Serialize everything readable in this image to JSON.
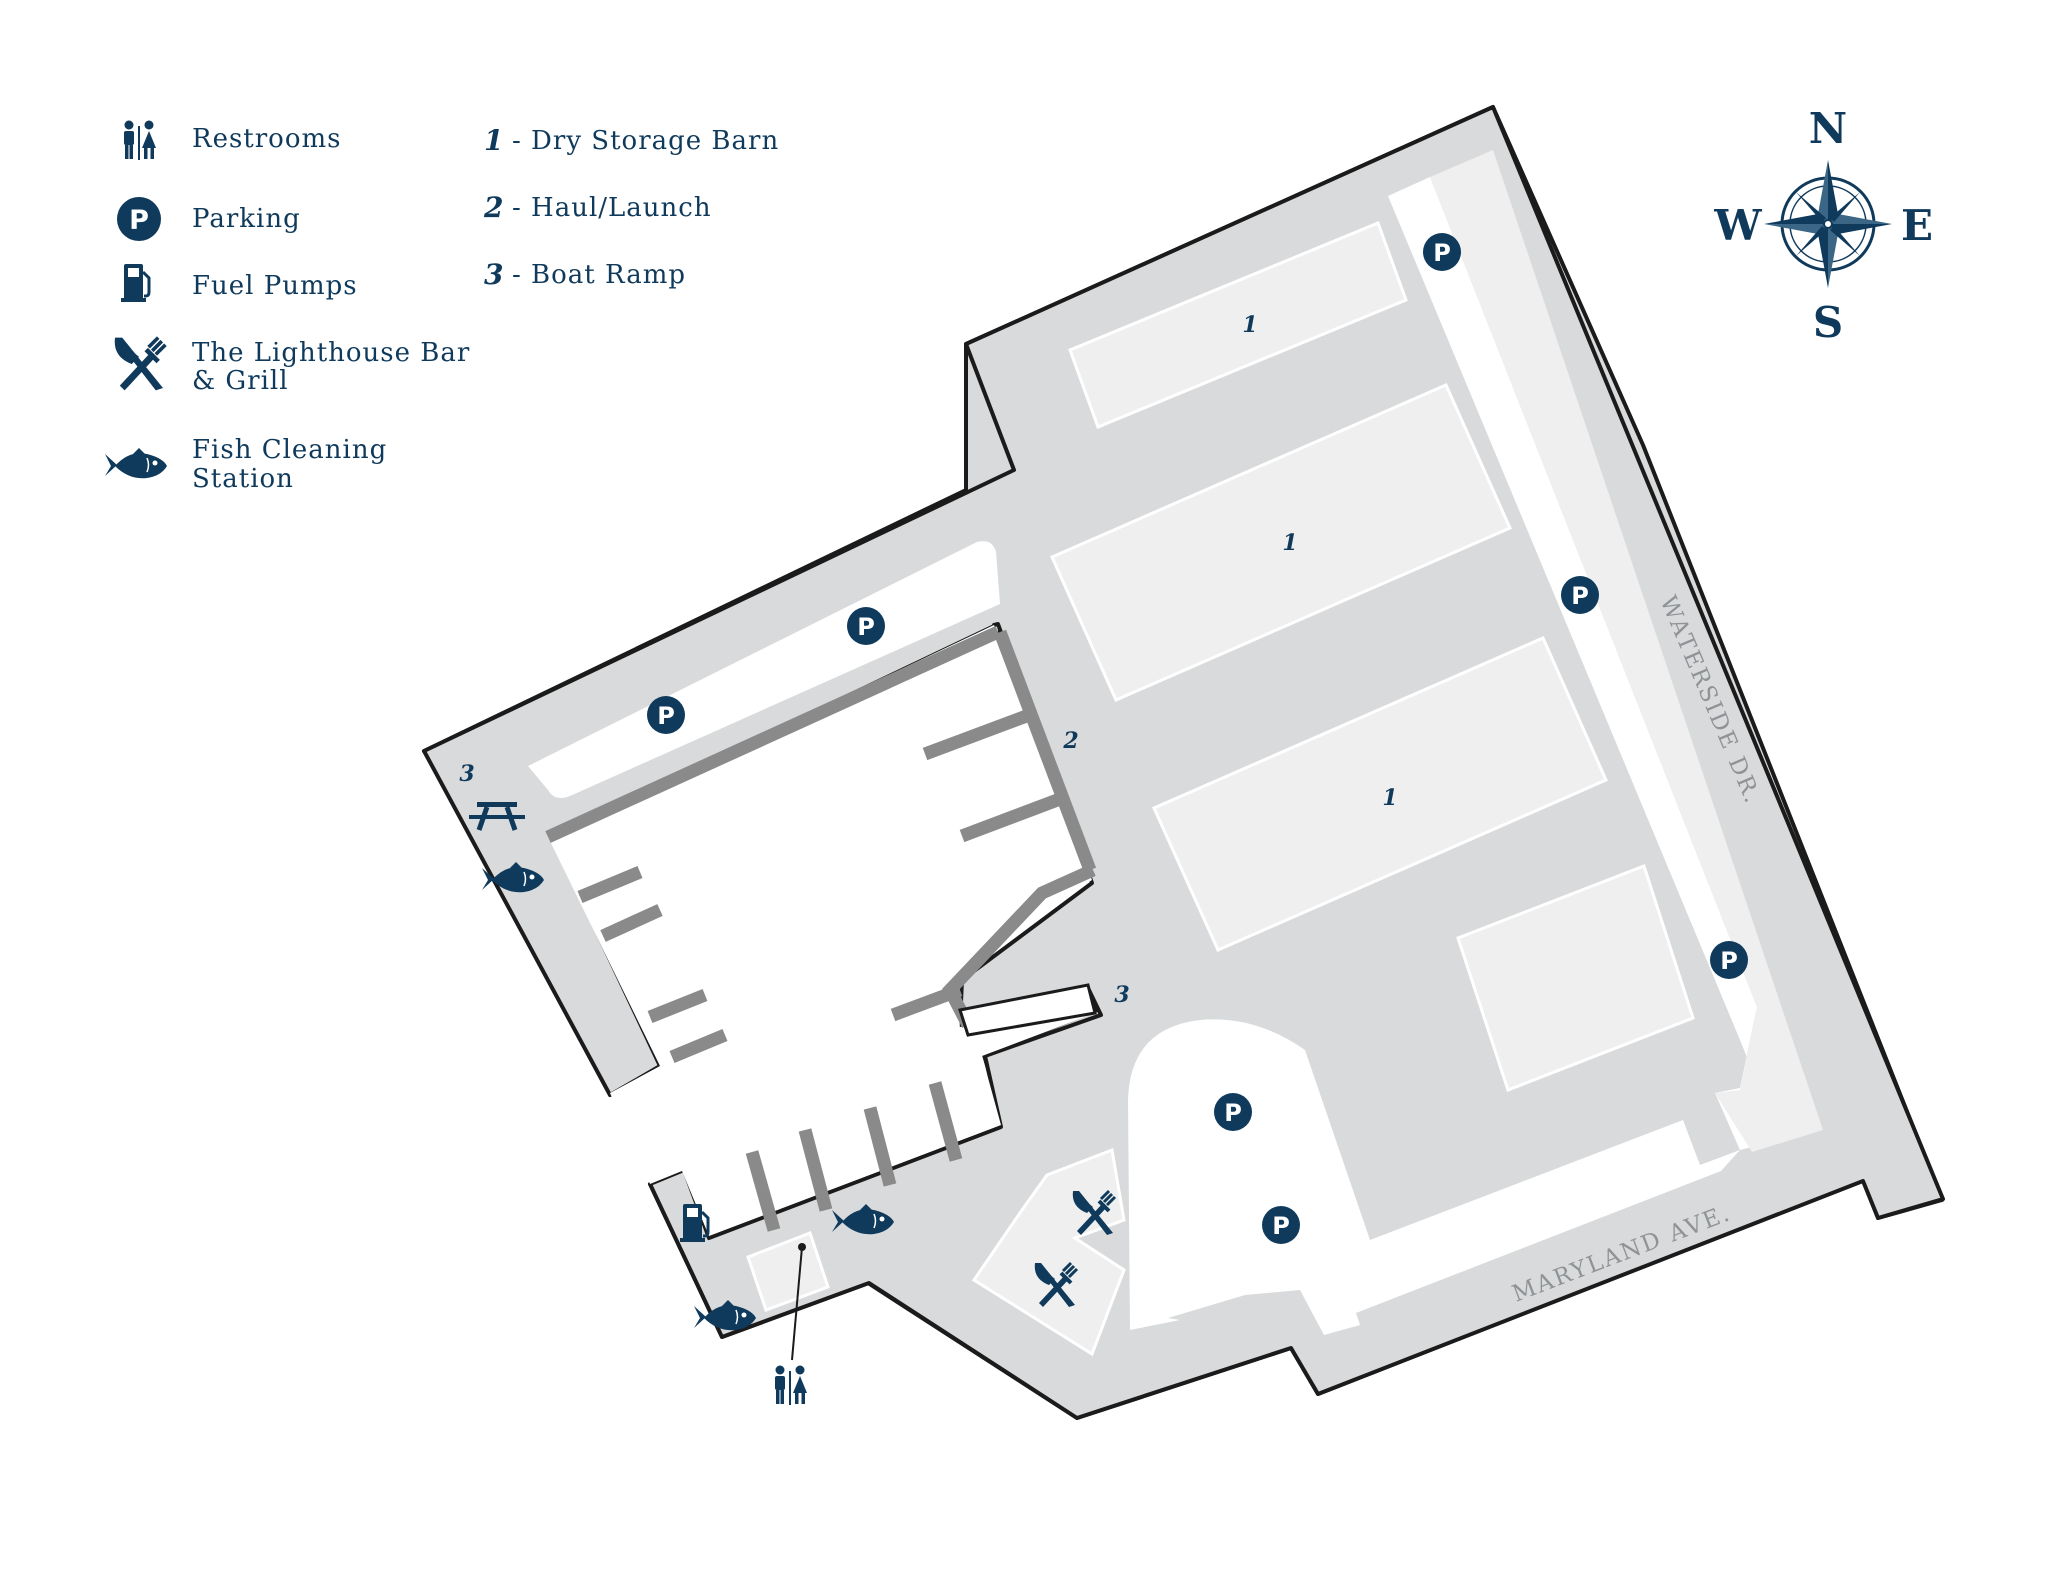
{
  "legend": {
    "restrooms": "Restrooms",
    "parking": "Parking",
    "fuel": "Fuel Pumps",
    "grill_line1": "The Lighthouse Bar",
    "grill_line2": "& Grill",
    "fish_line1": "Fish Cleaning",
    "fish_line2": "Station",
    "parking_symbol": "P"
  },
  "numbered_legend": [
    {
      "number": "1",
      "label": "- Dry Storage Barn"
    },
    {
      "number": "2",
      "label": "- Haul/Launch"
    },
    {
      "number": "3",
      "label": "- Boat Ramp"
    }
  ],
  "map_labels": {
    "barn_1a": "1",
    "barn_1b": "1",
    "barn_1c": "1",
    "haul": "2",
    "ramp_west": "3",
    "ramp_south": "3"
  },
  "streets": {
    "waterside": "WATERSIDE DR.",
    "maryland": "MARYLAND AVE."
  },
  "compass": {
    "n": "N",
    "s": "S",
    "e": "E",
    "w": "W"
  },
  "colors": {
    "navy": "#0f3a5c",
    "land": "#d9dadb",
    "light": "#efefef",
    "dock": "#8a8a8a"
  }
}
